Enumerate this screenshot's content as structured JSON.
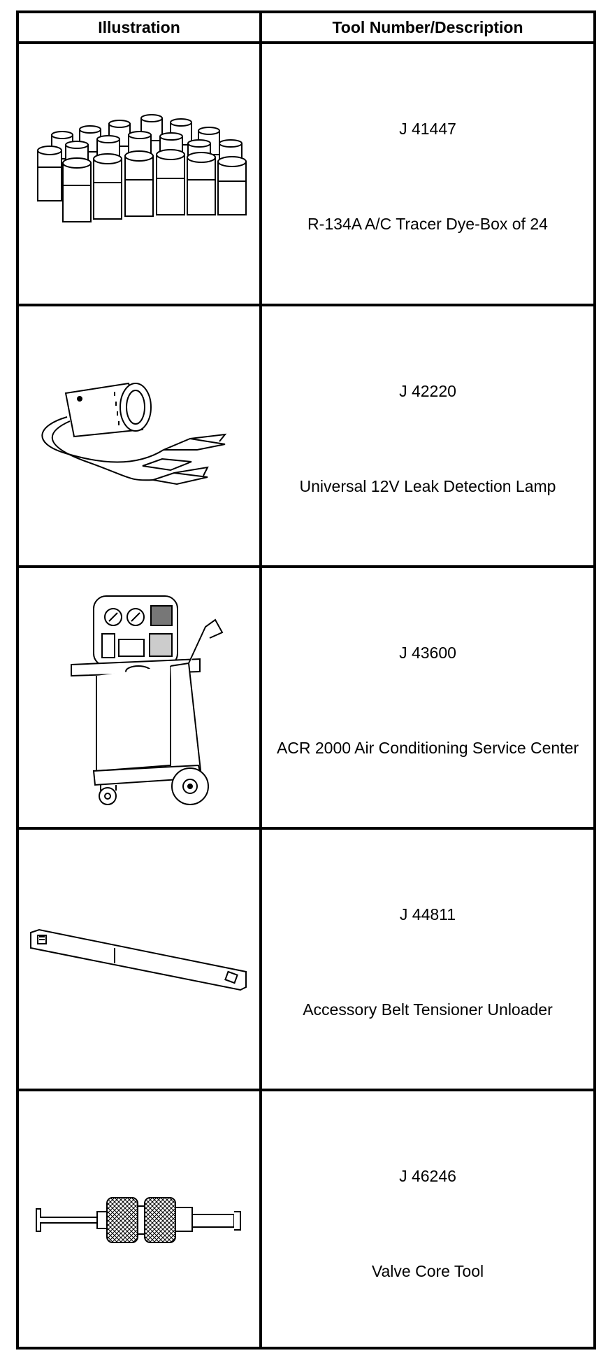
{
  "table": {
    "headers": {
      "illustration": "Illustration",
      "description": "Tool Number/Description"
    },
    "rows": [
      {
        "tool_number": "J 41447",
        "description": "R-134A A/C Tracer Dye-Box of 24",
        "icon": "dye-bottles-icon"
      },
      {
        "tool_number": "J 42220",
        "description": "Universal 12V Leak Detection Lamp",
        "icon": "leak-detection-lamp-icon"
      },
      {
        "tool_number": "J 43600",
        "description": "ACR 2000 Air Conditioning Service Center",
        "icon": "ac-service-center-icon"
      },
      {
        "tool_number": "J 44811",
        "description": "Accessory Belt Tensioner Unloader",
        "icon": "belt-tensioner-unloader-icon"
      },
      {
        "tool_number": "J 46246",
        "description": "Valve Core Tool",
        "icon": "valve-core-tool-icon"
      }
    ]
  },
  "colors": {
    "line": "#000000",
    "background": "#ffffff"
  }
}
